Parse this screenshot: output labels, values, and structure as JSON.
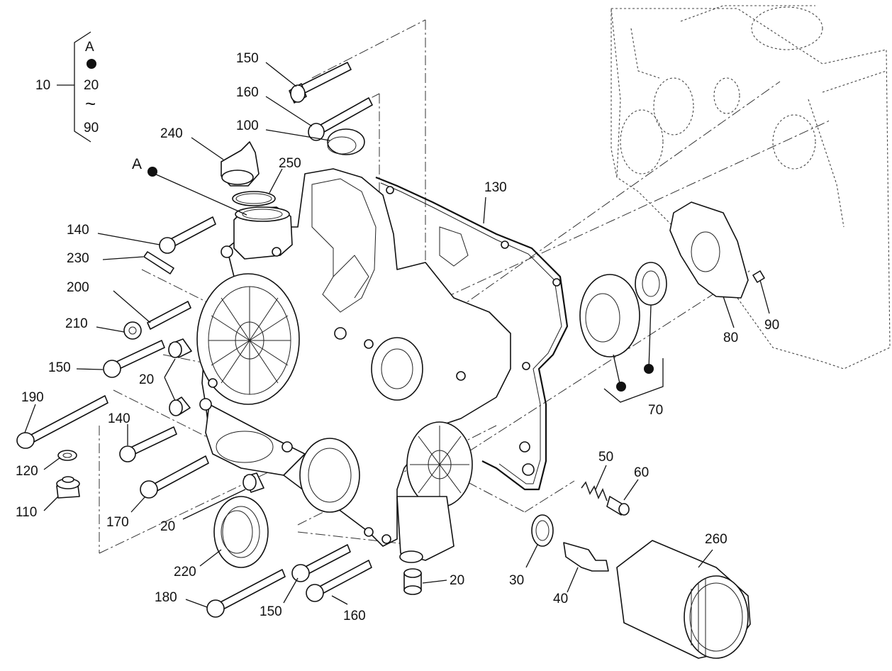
{
  "legend": {
    "group_label": "10",
    "ref_letter": "A",
    "range_start": "20",
    "range_symbol": "~",
    "range_end": "90"
  },
  "callouts": {
    "c150_top": "150",
    "c160_top": "160",
    "c100": "100",
    "c240": "240",
    "c250": "250",
    "ref_a": "A",
    "c130": "130",
    "c140_top": "140",
    "c230": "230",
    "c200": "200",
    "c210": "210",
    "c150_left": "150",
    "c20_left": "20",
    "c190": "190",
    "c140_mid": "140",
    "c120": "120",
    "c110": "110",
    "c170": "170",
    "c20_mid": "20",
    "c220": "220",
    "c180": "180",
    "c150_bottom": "150",
    "c160_bottom": "160",
    "c20_bottom": "20",
    "c80": "80",
    "c90": "90",
    "c70": "70",
    "c50": "50",
    "c60": "60",
    "c30": "30",
    "c40": "40",
    "c260": "260"
  }
}
